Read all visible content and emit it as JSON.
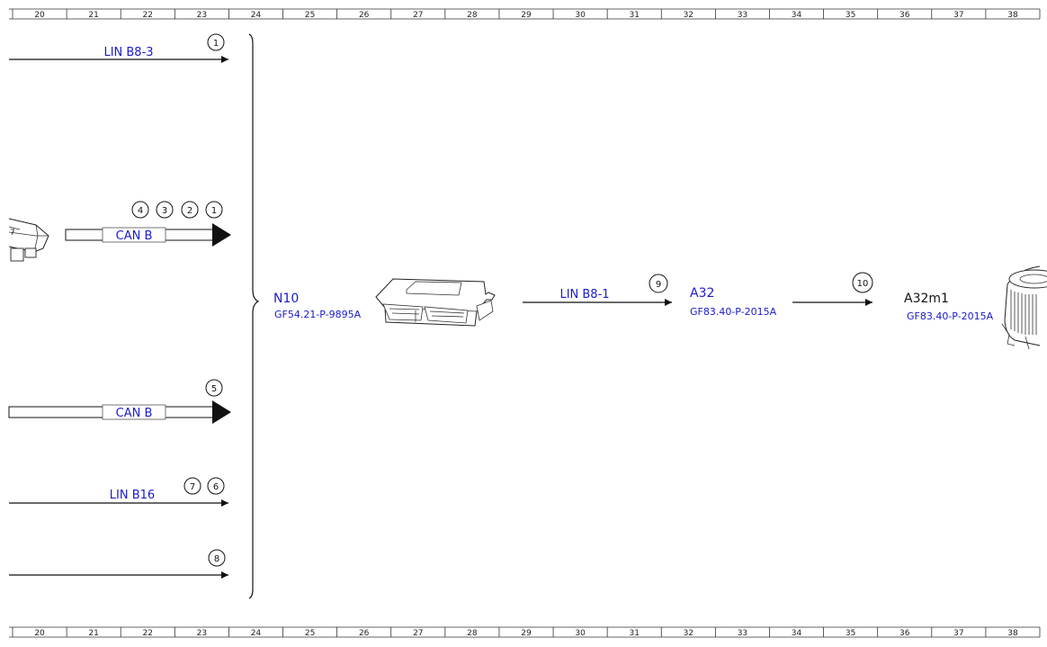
{
  "ruler": {
    "numbers": [
      "20",
      "21",
      "22",
      "23",
      "24",
      "25",
      "26",
      "27",
      "28",
      "29",
      "30",
      "31",
      "32",
      "33",
      "34",
      "35",
      "36",
      "37",
      "38"
    ]
  },
  "wires": [
    {
      "id": "lin-b8-3",
      "label": "LIN B8-3",
      "type": "line",
      "markers": [
        "1"
      ]
    },
    {
      "id": "can-b-top",
      "label": "CAN B",
      "type": "bus",
      "markers": [
        "4",
        "3",
        "2",
        "1"
      ]
    },
    {
      "id": "can-b-bottom",
      "label": "CAN B",
      "type": "bus",
      "markers": [
        "5"
      ]
    },
    {
      "id": "lin-b16",
      "label": "LIN B16",
      "type": "line",
      "markers": [
        "7",
        "6"
      ]
    },
    {
      "id": "wire-8",
      "label": "",
      "type": "line",
      "markers": [
        "8"
      ]
    },
    {
      "id": "lin-b8-1",
      "label": "LIN B8-1",
      "type": "line",
      "markers": [
        "9"
      ]
    },
    {
      "id": "wire-10",
      "label": "",
      "type": "line",
      "markers": [
        "10"
      ]
    }
  ],
  "components": {
    "n10": {
      "name": "N10",
      "part": "GF54.21-P-9895A"
    },
    "a32": {
      "name": "A32",
      "part": "GF83.40-P-2015A"
    },
    "a32m1": {
      "name": "A32m1",
      "part": "GF83.40-P-2015A"
    }
  },
  "colors": {
    "label_blue": "#1a1acc",
    "line": "#111111"
  }
}
